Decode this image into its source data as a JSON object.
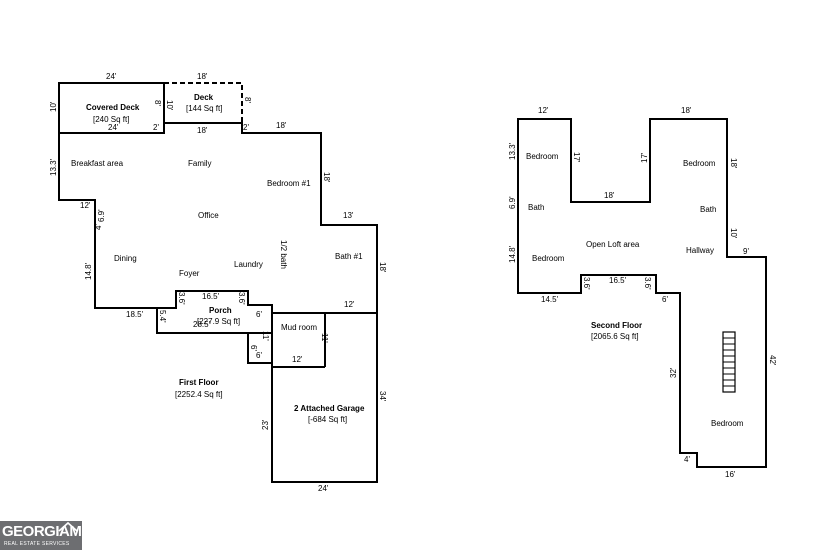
{
  "first_floor": {
    "title": "First Floor",
    "area": "[2252.4 Sq ft]",
    "rooms": {
      "covered_deck": "Covered Deck",
      "covered_deck_area": "[240 Sq ft]",
      "deck": "Deck",
      "deck_area": "[144 Sq ft]",
      "breakfast": "Breakfast area",
      "family": "Family",
      "bedroom1": "Bedroom #1",
      "office": "Office",
      "dining": "Dining",
      "foyer": "Foyer",
      "laundry": "Laundry",
      "half_bath": "1/2 bath",
      "bath1": "Bath #1",
      "porch": "Porch",
      "porch_area": "[227.9 Sq ft]",
      "mud_room": "Mud room",
      "garage": "2 Attached Garage",
      "garage_area": "[-684 Sq ft]"
    },
    "dims": {
      "d24_top": "24'",
      "d18_top": "18'",
      "d10_left": "10'",
      "d8_cdeck": "8'",
      "d10_deck": "10'",
      "d8_deck": "8'",
      "d24_mid": "24'",
      "d2_a": "2'",
      "d18_mid": "18'",
      "d2_b": "2'",
      "d18_right": "18'",
      "d13_3": "13.3'",
      "d18_vert": "18'",
      "d12_a": "12'",
      "d6_9": "6.9'",
      "d4": "4'",
      "d13": "13'",
      "d14_8": "14.8'",
      "d18_bath": "18'",
      "d16_5": "16.5'",
      "d3_6a": "3.6'",
      "d3_6b": "3.6'",
      "d18_5": "18.5'",
      "d5_4": "5.4'",
      "d28_5": "28.5'",
      "d6a": "6'",
      "d12_b": "12'",
      "d11a": "11'",
      "d11b": "11'",
      "d6b": "6'",
      "d6c": "6'",
      "d12_c": "12'",
      "d23": "23'",
      "d34": "34'",
      "d24_bot": "24'"
    }
  },
  "second_floor": {
    "title": "Second Floor",
    "area": "[2065.6 Sq ft]",
    "rooms": {
      "bedroom_a": "Bedroom",
      "bath_a": "Bath",
      "bedroom_b": "Bedroom",
      "open_loft": "Open Loft area",
      "bedroom_c": "Bedroom",
      "bath_c": "Bath",
      "hallway": "Hallway",
      "bedroom_d": "Bedroom"
    },
    "dims": {
      "d12": "12'",
      "d18_top": "18'",
      "d13_3": "13.3'",
      "d17a": "17'",
      "d17b": "17'",
      "d18_r": "18'",
      "d18_mid": "18'",
      "d6_9": "6.9'",
      "d10": "10'",
      "d9": "9'",
      "d14_8": "14.8'",
      "d16_5": "16.5'",
      "d3_6a": "3.6'",
      "d3_6b": "3.6'",
      "d14_5": "14.5'",
      "d6": "6'",
      "d32": "32'",
      "d42": "42'",
      "d4": "4'",
      "d16": "16'"
    }
  },
  "logo": {
    "text": "GEORGIAMLS",
    "subtitle": "REAL ESTATE SERVICES"
  }
}
